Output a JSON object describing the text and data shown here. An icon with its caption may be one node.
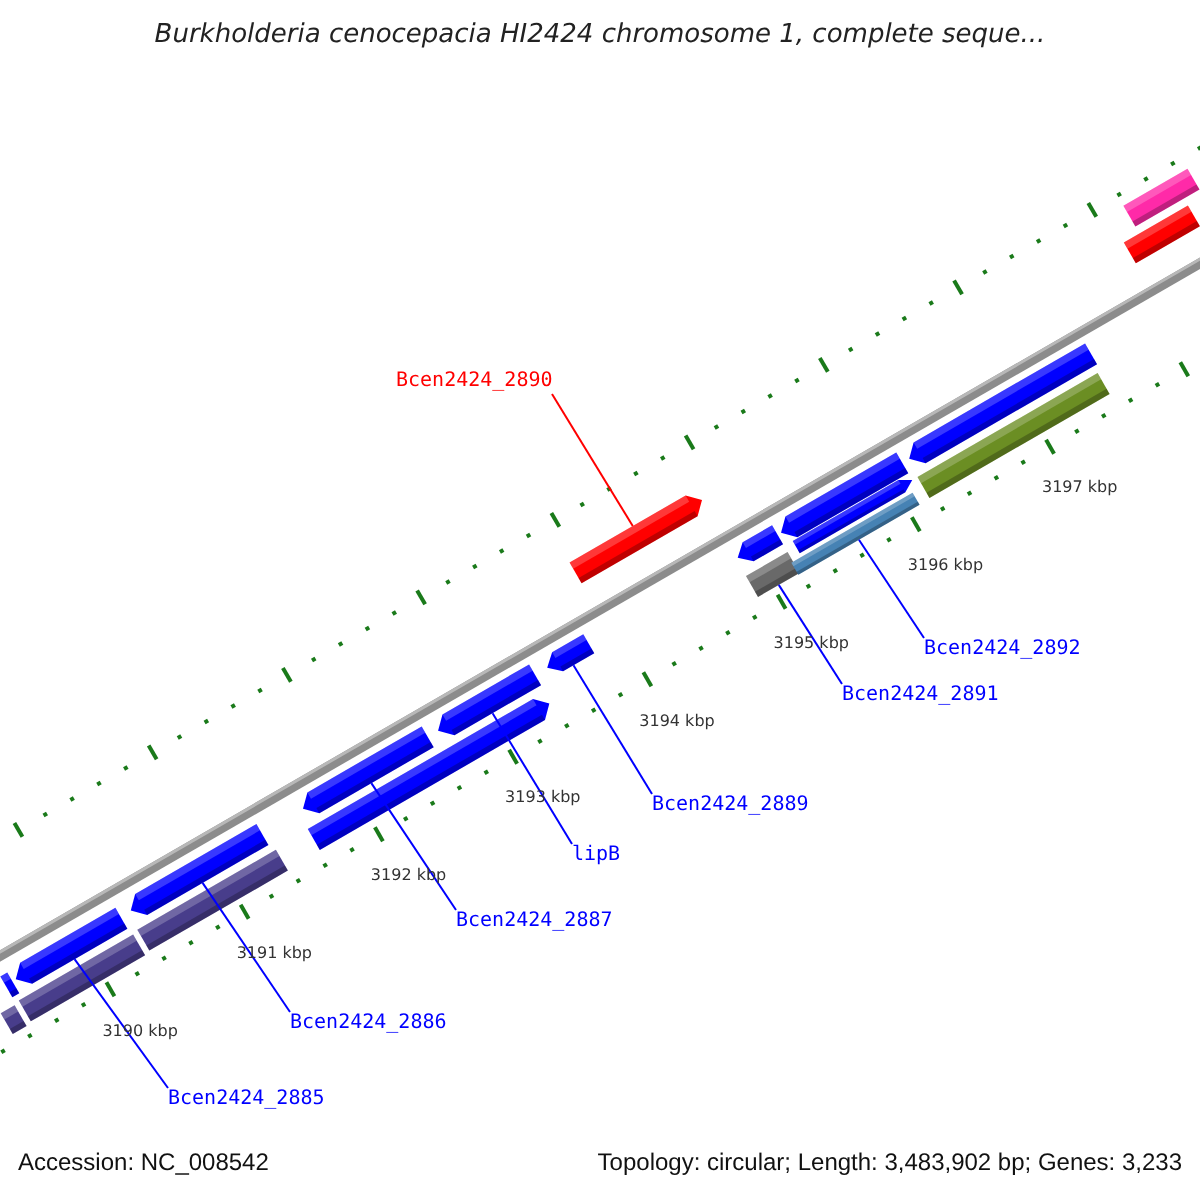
{
  "diagram": {
    "title": "Burkholderia cenocepacia HI2424 chromosome 1, complete seque...",
    "nodes": [
      {
        "text": [
          "Bcen2424_2890"
        ]
      },
      {
        "text": [
          "Bcen2424_2892"
        ]
      },
      {
        "text": [
          "Bcen2424_2891"
        ]
      },
      {
        "text": [
          "Bcen2424_2889"
        ]
      },
      {
        "text": [
          "lipB"
        ]
      },
      {
        "text": [
          "Bcen2424_2887"
        ]
      },
      {
        "text": [
          "Bcen2424_2886"
        ]
      },
      {
        "text": [
          "Bcen2424_2885"
        ]
      },
      {
        "text": [],
        "shape": "bar"
      },
      {
        "text": [],
        "shape": "bar"
      },
      {
        "text": [],
        "shape": "bar"
      },
      {
        "text": [],
        "shape": "bar"
      },
      {
        "text": [],
        "shape": "bar"
      },
      {
        "text": [],
        "shape": "bar"
      },
      {
        "text": [],
        "shape": "bar"
      },
      {
        "text": [],
        "shape": "bar"
      },
      {
        "text": [],
        "shape": "bar"
      },
      {
        "text": [],
        "shape": "bar"
      },
      {
        "text": [],
        "shape": "bar"
      },
      {
        "text": [],
        "shape": "bar"
      },
      {
        "text": [],
        "shape": "bar"
      },
      {
        "text": [],
        "shape": "bar"
      },
      {
        "text": [],
        "shape": "bar"
      },
      {
        "text": [],
        "shape": "bar"
      },
      {
        "text": [],
        "shape": "bar"
      },
      {
        "text": [],
        "shape": "bar"
      },
      {
        "text": [],
        "shape": "bar"
      },
      {
        "text": [],
        "shape": "bar"
      }
    ],
    "edges": [
      {
        "from": 0,
        "to": 18,
        "arrow": "none",
        "color": "#ff0000"
      },
      {
        "from": 1,
        "to": 21,
        "arrow": "none"
      },
      {
        "from": 2,
        "to": 19,
        "arrow": "none"
      },
      {
        "from": 3,
        "to": 17,
        "arrow": "none"
      },
      {
        "from": 4,
        "to": 16,
        "arrow": "none"
      },
      {
        "from": 5,
        "to": 15,
        "arrow": "none"
      },
      {
        "from": 6,
        "to": 12,
        "arrow": "none"
      },
      {
        "from": 7,
        "to": 10,
        "arrow": "none"
      }
    ],
    "labels": [
      "3197 kbp",
      "3196 kbp",
      "3195 kbp",
      "3194 kbp",
      "3193 kbp",
      "3192 kbp",
      "3191 kbp",
      "3190 kbp",
      "Accession: NC_008542",
      "Topology: circular; Length: 3,483,902 bp; Genes: 3,233"
    ]
  }
}
